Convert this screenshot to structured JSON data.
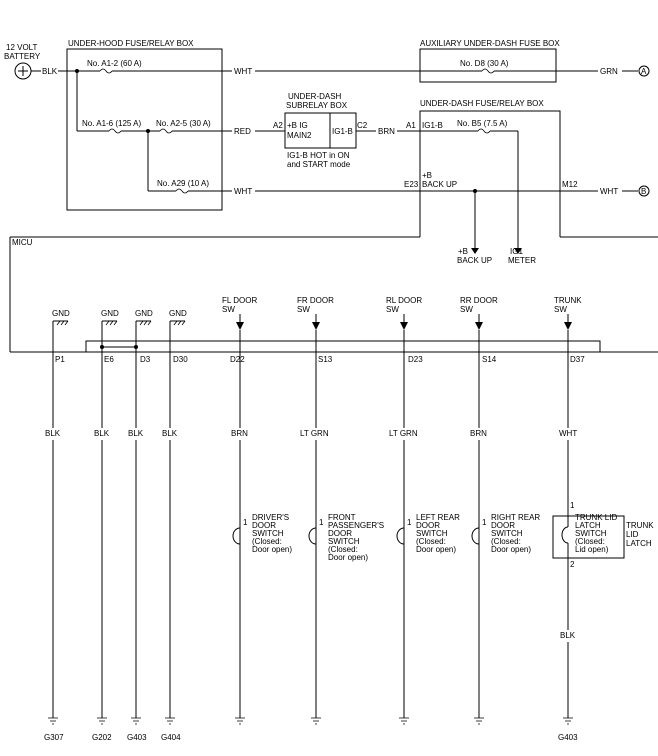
{
  "battery": {
    "label_1": "12 VOLT",
    "label_2": "BATTERY",
    "wire": "BLK"
  },
  "boxes": {
    "underhood": "UNDER-HOOD FUSE/RELAY BOX",
    "aux": "AUXILIARY UNDER-DASH FUSE BOX",
    "subrelay_1": "UNDER-DASH",
    "subrelay_2": "SUBRELAY BOX",
    "underdash": "UNDER-DASH FUSE/RELAY BOX",
    "micu": "MICU"
  },
  "fuses": {
    "a12": "No. A1-2 (60 A)",
    "a16": "No. A1-6 (125 A)",
    "a25": "No. A2-5 (30 A)",
    "a29": "No. A29 (10 A)",
    "d8": "No. D8 (30 A)",
    "b5": "No. B5 (7.5 A)"
  },
  "wires": {
    "top_wht": "WHT",
    "red": "RED",
    "bot_wht": "WHT",
    "brn": "BRN",
    "grn_out": "GRN",
    "wht_out": "WHT"
  },
  "subrelay": {
    "pin_a2": "A2",
    "pin_c2": "C2",
    "main_1": "+B IG",
    "main_2": "MAIN2",
    "ig1b": "IG1-B",
    "note_1": "IG1-B HOT in ON",
    "note_2": "and START mode"
  },
  "underdash": {
    "pin_a1": "A1",
    "ig1b": "IG1-B",
    "pin_e23": "E23",
    "backup_1": "+B",
    "backup_2": "BACK UP",
    "pin_m12": "M12"
  },
  "connectors": {
    "a": "A",
    "b": "B"
  },
  "micu_inputs": {
    "backup_1": "+B",
    "backup_2": "BACK UP",
    "ig1_1": "IG1",
    "ig1_2": "METER"
  },
  "grounds": [
    {
      "label": "GND",
      "pin": "P1",
      "wire": "BLK",
      "ground": "G307"
    },
    {
      "label": "GND",
      "pin": "E6",
      "wire": "BLK",
      "ground": "G202"
    },
    {
      "label": "GND",
      "pin": "D3",
      "wire": "BLK",
      "ground": "G403"
    },
    {
      "label": "GND",
      "pin": "D30",
      "wire": "BLK",
      "ground": "G404"
    }
  ],
  "switches": [
    {
      "label_1": "FL DOOR",
      "label_2": "SW",
      "pin": "D22",
      "wire": "BRN",
      "pin_no": "1",
      "name": [
        "DRIVER'S",
        "DOOR",
        "SWITCH",
        "(Closed:",
        "Door open)"
      ]
    },
    {
      "label_1": "FR DOOR",
      "label_2": "SW",
      "pin": "S13",
      "wire": "LT GRN",
      "pin_no": "1",
      "name": [
        "FRONT",
        "PASSENGER'S",
        "DOOR",
        "SWITCH",
        "(Closed:",
        "Door open)"
      ]
    },
    {
      "label_1": "RL DOOR",
      "label_2": "SW",
      "pin": "D23",
      "wire": "LT GRN",
      "pin_no": "1",
      "name": [
        "LEFT REAR",
        "DOOR",
        "SWITCH",
        "(Closed:",
        "Door open)"
      ]
    },
    {
      "label_1": "RR DOOR",
      "label_2": "SW",
      "pin": "S14",
      "wire": "BRN",
      "pin_no": "1",
      "name": [
        "RIGHT REAR",
        "DOOR",
        "SWITCH",
        "(Closed:",
        "Door open)"
      ]
    }
  ],
  "trunk": {
    "label_1": "TRUNK",
    "label_2": "SW",
    "pin": "D37",
    "wire": "WHT",
    "pin1": "1",
    "pin2": "2",
    "name": [
      "TRUNK LID",
      "LATCH",
      "SWITCH",
      "(Closed:",
      "Lid open)"
    ],
    "box": [
      "TRUNK",
      "LID",
      "LATCH"
    ],
    "wire2": "BLK",
    "ground": "G403"
  }
}
